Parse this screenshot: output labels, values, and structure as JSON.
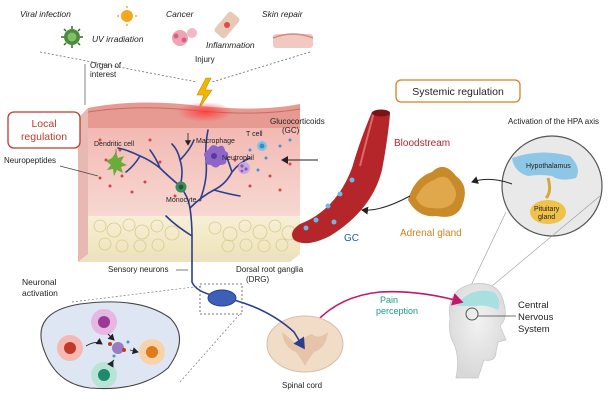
{
  "triggers": {
    "viral_infection": "Viral infection",
    "uv_irradiation": "UV irradiation",
    "cancer": "Cancer",
    "inflammation": "Inflammation",
    "skin_repair": "Skin repair"
  },
  "injury": "Injury",
  "organ_of_interest": [
    "Organ of",
    "interest"
  ],
  "local_regulation": [
    "Local",
    "regulation"
  ],
  "systemic_regulation": "Systemic regulation",
  "neuropeptides": "Neuropeptides",
  "cells": {
    "dendritic": "Dendritic cell",
    "macrophage": "Macrophage",
    "t_cell": "T cell",
    "neutrophil": "Neutrophil",
    "monocyte": "Monocyte"
  },
  "glucocorticoids": [
    "Glucocorticoids",
    "(GC)"
  ],
  "bloodstream": "Bloodstream",
  "gc": "GC",
  "adrenal_gland": "Adrenal gland",
  "hpa": {
    "title": "Activation of the HPA axis",
    "hypothalamus": "Hypothalamus",
    "pituitary": [
      "Pituitary",
      "gland"
    ]
  },
  "sensory_neurons": "Sensory neurons",
  "drg": [
    "Dorsal root ganglia",
    "(DRG)"
  ],
  "neuronal_activation": [
    "Neuronal",
    "activation"
  ],
  "pain_perception": [
    "Pain",
    "perception"
  ],
  "cns": [
    "Central",
    "Nervous",
    "System"
  ],
  "spinal_cord": "Spinal cord",
  "colors": {
    "local_red": "#c0392b",
    "pain_teal": "#1a9a8a",
    "adrenal_orange": "#d4821f",
    "blood_red": "#b5262b",
    "nerve_blue": "#2b3f8f"
  }
}
